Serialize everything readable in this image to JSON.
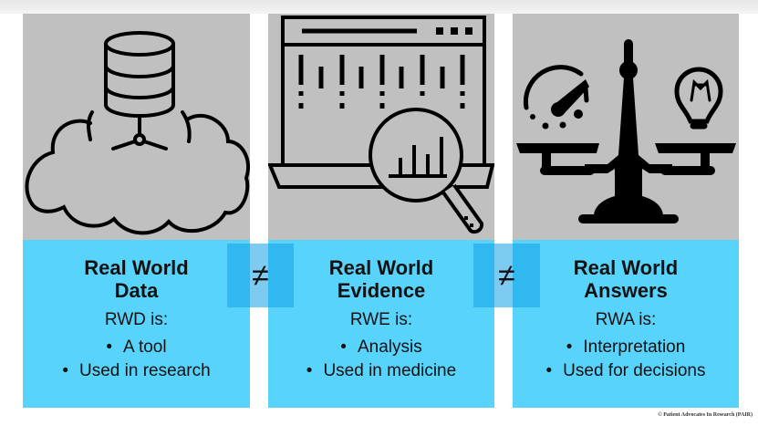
{
  "panels": [
    {
      "icon": "database-cloud-icon",
      "title_line1": "Real World",
      "title_line2": "Data",
      "intro": "RWD is:",
      "bullets": [
        "A tool",
        "Used in research"
      ]
    },
    {
      "icon": "laptop-magnifier-chart-icon",
      "title_line1": "Real World",
      "title_line2": "Evidence",
      "intro": "RWE is:",
      "bullets": [
        "Analysis",
        "Used in medicine"
      ]
    },
    {
      "icon": "scale-gauge-lightbulb-icon",
      "title_line1": "Real World",
      "title_line2": "Answers",
      "intro": "RWA is:",
      "bullets": [
        "Interpretation",
        "Used for decisions"
      ]
    }
  ],
  "separators": [
    "≠",
    "≠"
  ],
  "copyright": "© Patient Advocates In Research (PAIR)",
  "colors": {
    "gray": "#c0c0c0",
    "blue": "#58d4fc",
    "neq_box": "#22b2ec"
  }
}
